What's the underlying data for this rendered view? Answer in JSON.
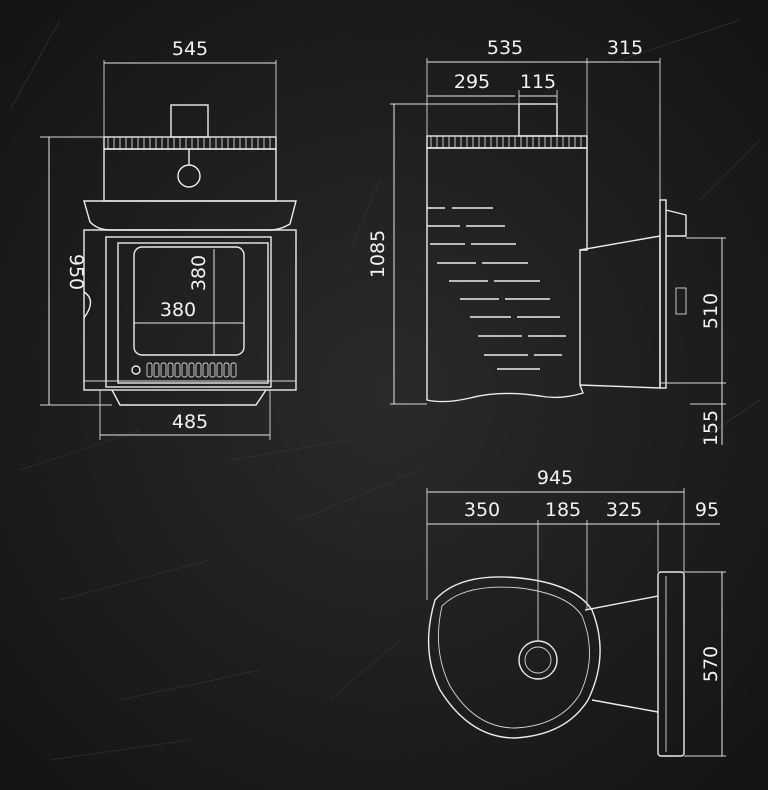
{
  "colors": {
    "board": "#1c1c1c",
    "chalk": "#ececec"
  },
  "front_view": {
    "dim_top_width": "545",
    "dim_height": "950",
    "dim_glass_height": "380",
    "dim_glass_width": "380",
    "dim_base_width": "485"
  },
  "side_view": {
    "dim_total_depth": "535",
    "dim_offset_front": "295",
    "dim_flue": "115",
    "dim_tunnel": "315",
    "dim_total_height": "1085",
    "dim_tunnel_height": "510",
    "dim_tunnel_bottom": "155"
  },
  "top_view": {
    "dim_total_length": "945",
    "dim_center_offset": "350",
    "dim_center_to_body": "185",
    "dim_tunnel_length": "325",
    "dim_flange": "95",
    "dim_width": "570"
  }
}
